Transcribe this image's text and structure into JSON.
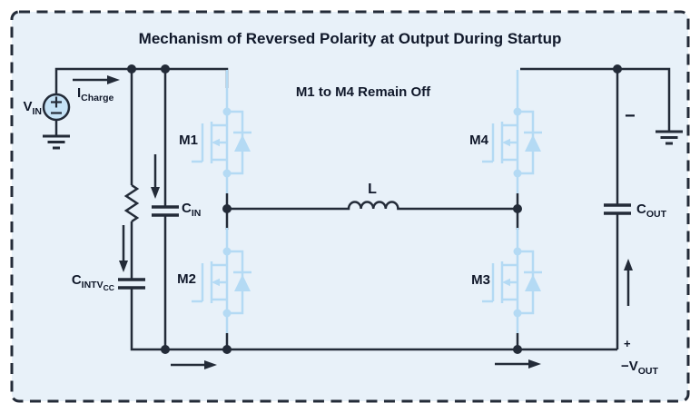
{
  "title": "Mechanism of Reversed Polarity at Output During Startup",
  "note": "M1 to M4 Remain Off",
  "labels": {
    "vin": {
      "base": "V",
      "sub": "IN"
    },
    "icharge": {
      "base": "I",
      "sub": "Charge"
    },
    "m1": "M1",
    "m2": "M2",
    "m3": "M3",
    "m4": "M4",
    "cin": {
      "base": "C",
      "sub": "IN"
    },
    "cintvcc": {
      "base": "C",
      "sub": "INTV",
      "subsub": "CC"
    },
    "cout": {
      "base": "C",
      "sub": "OUT"
    },
    "inductor": "L",
    "cout_minus": "−",
    "vout_plus": "+",
    "vout": {
      "base": "−V",
      "sub": "OUT"
    }
  },
  "colors": {
    "panel_bg": "#e8f1f9",
    "line": "#232b38",
    "text": "#10182a",
    "mosfet_blue": "#b4daf4",
    "source_fill": "#c6e3f7"
  }
}
